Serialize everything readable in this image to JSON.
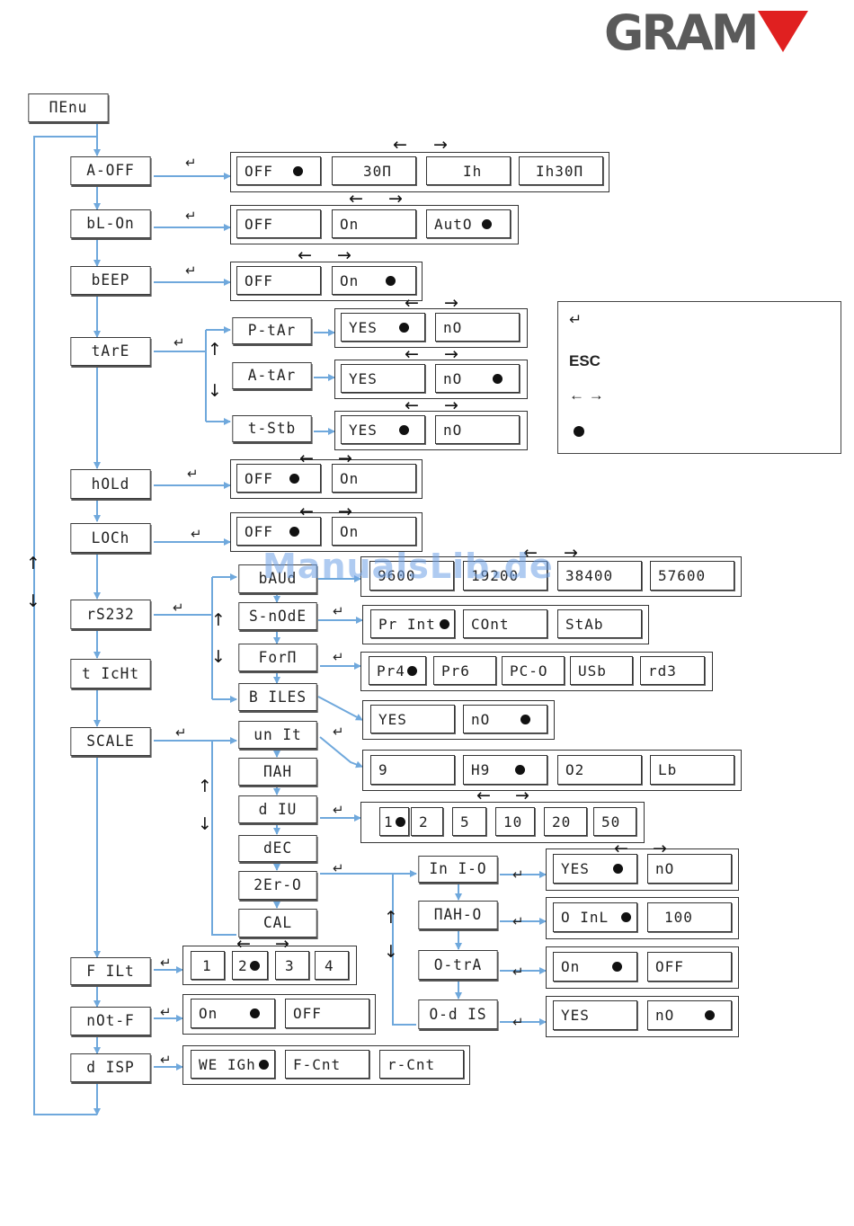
{
  "brand": {
    "name": "GRAM",
    "accent": "#e02020",
    "text_color": "#5a5a5a"
  },
  "watermark": "ManualsLib.de",
  "colors": {
    "connector": "#6fa8dc",
    "border": "#333333"
  },
  "menu_root": "ΠEnu",
  "legend": {
    "enter_symbol": "↵",
    "esc": "ESC",
    "arrows": "← →",
    "selected_marker": "●"
  },
  "enter_symbol": "↵",
  "main_items": [
    "A-OFF",
    "bL-On",
    "bEEP",
    "tArE",
    "hOLd",
    "LOCh",
    "rS232",
    "t IcHt",
    "SCALE",
    "F ILt",
    "nOt-F",
    "d ISP"
  ],
  "sub_items": {
    "tare": [
      "P-tAr",
      "A-tAr",
      "t-Stb"
    ],
    "rs232": [
      "bAUd",
      "S-nOdE",
      "ForΠ",
      "B ILES"
    ],
    "scale": [
      "un It",
      "ΠAH",
      "d IU",
      "dEC",
      "2Er-O",
      "CAL"
    ],
    "zero": [
      "In I-O",
      "ΠAH-O",
      "O-trA",
      "O-d IS"
    ]
  },
  "options": {
    "a_off": [
      "OFF",
      "30Π",
      "Ih",
      "Ih30Π"
    ],
    "bl_on": [
      "OFF",
      "On",
      "AutO"
    ],
    "beep": [
      "OFF",
      "On"
    ],
    "p_tar": [
      "YES",
      "nO"
    ],
    "a_tar": [
      "YES",
      "nO"
    ],
    "t_stb": [
      "YES",
      "nO"
    ],
    "hold": [
      "OFF",
      "On"
    ],
    "lock": [
      "OFF",
      "On"
    ],
    "baud": [
      "9600",
      "19200",
      "38400",
      "57600"
    ],
    "s_mode": [
      "Pr Int",
      "COnt",
      "StAb"
    ],
    "form": [
      "Pr4",
      "Pr6",
      "PC-O",
      "USb",
      "rd3"
    ],
    "bles": [
      "YES",
      "nO"
    ],
    "unit": [
      "9",
      "H9",
      "O2",
      "Lb"
    ],
    "div": [
      "1",
      "2",
      "5",
      "10",
      "20",
      "50"
    ],
    "ini_0": [
      "YES",
      "nO"
    ],
    "max_0": [
      "O InL",
      "100"
    ],
    "o_tra": [
      "On",
      "OFF"
    ],
    "o_dis": [
      "YES",
      "nO"
    ],
    "filt": [
      "1",
      "2",
      "3",
      "4"
    ],
    "not_f": [
      "On",
      "OFF"
    ],
    "disp": [
      "WE IGh",
      "F-Cnt",
      "r-Cnt"
    ]
  }
}
